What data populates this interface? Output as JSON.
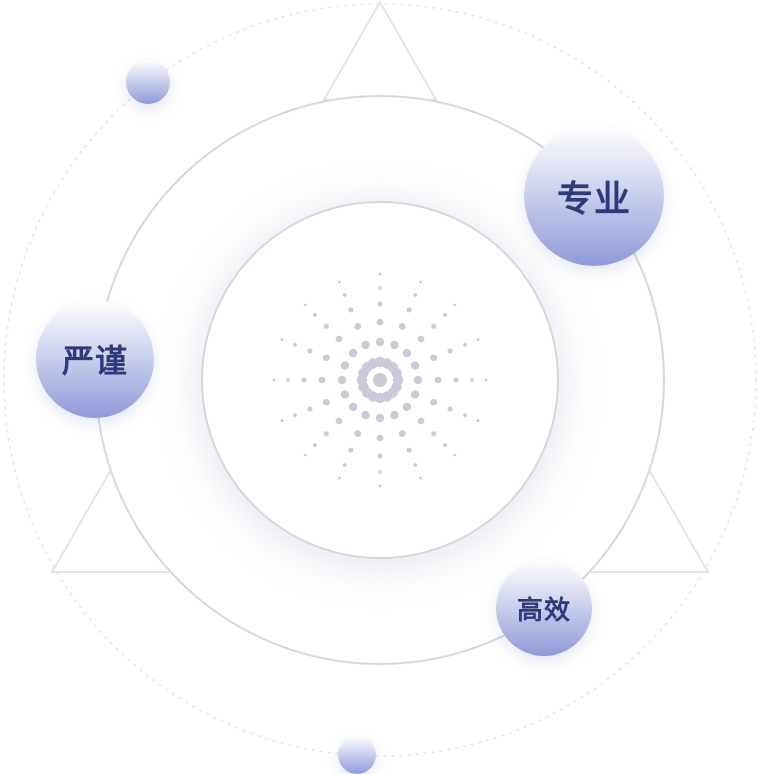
{
  "labels": {
    "professional": "专业",
    "rigorous": "严谨",
    "efficient": "高效"
  },
  "colors": {
    "ring": "#d6d6e0",
    "triangle": "#e6e6ec",
    "dot": "#c9cbd8",
    "bubble_top": "#ffffff",
    "bubble_bottom": "#8f9ad9",
    "label": "#2f3a7a"
  }
}
